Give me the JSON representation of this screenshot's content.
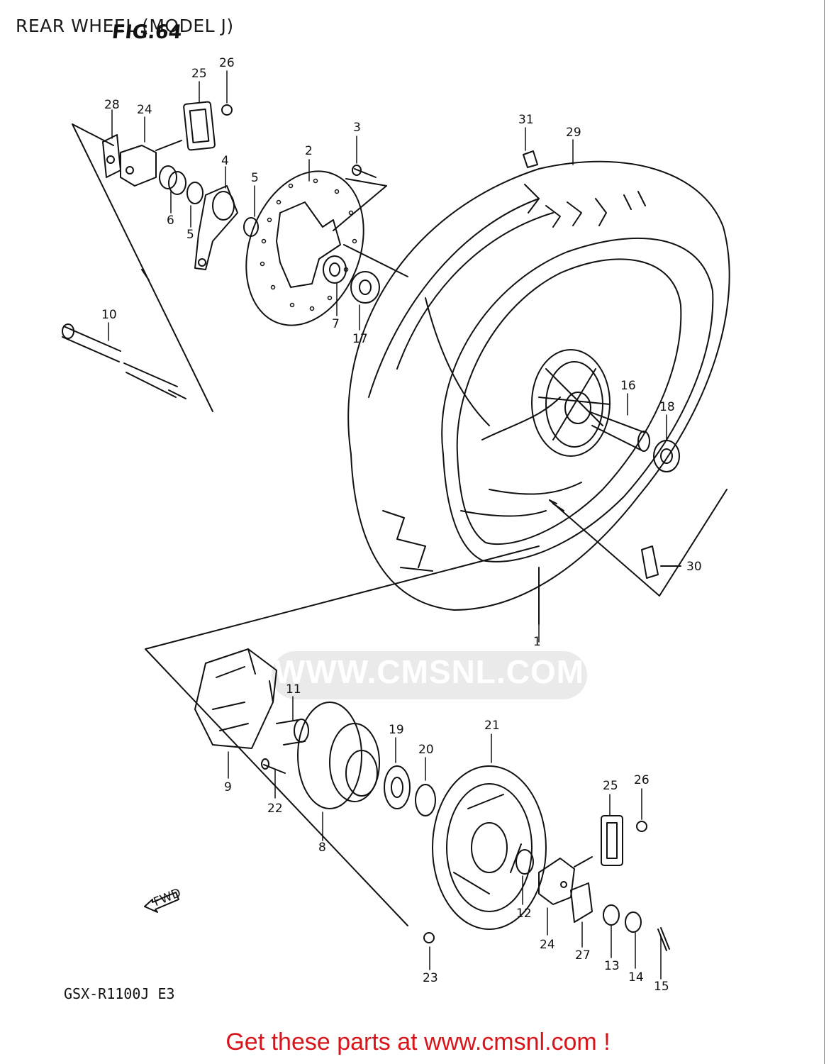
{
  "page": {
    "title": "REAR WHEEL (MODEL J)",
    "figure_label": "FIG.64",
    "model_code": "GSX-R1100J E3",
    "footer_text": "Get these parts at www.cmsnl.com !",
    "watermark_text": "WWW.CMSNL.COM",
    "colors": {
      "footer": "#d8141a",
      "line": "#111111",
      "watermark": "#e5e5e5"
    }
  },
  "callouts": [
    "1",
    "2",
    "3",
    "4",
    "5",
    "5",
    "6",
    "7",
    "8",
    "9",
    "10",
    "11",
    "12",
    "13",
    "14",
    "15",
    "16",
    "17",
    "18",
    "19",
    "20",
    "21",
    "22",
    "23",
    "24",
    "24",
    "25",
    "25",
    "26",
    "26",
    "27",
    "28",
    "29",
    "30",
    "31"
  ],
  "icons": {
    "fwd_arrow": "fwd-arrow-icon",
    "fwd_text": "FWD"
  }
}
